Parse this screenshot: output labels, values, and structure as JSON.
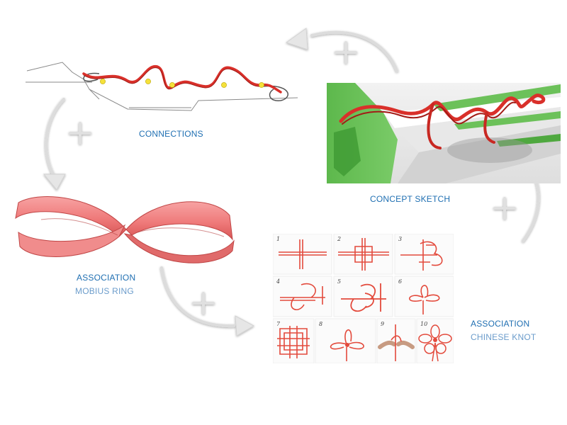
{
  "labels": {
    "connections": "CONNECTIONS",
    "concept_sketch": "CONCEPT SKETCH",
    "association_1": "ASSOCIATION",
    "mobius_ring": "MOBIUS RING",
    "association_2": "ASSOCIATION",
    "chinese_knot": "CHINESE KNOT"
  },
  "knot_steps": [
    "1",
    "2",
    "3",
    "4",
    "5",
    "6",
    "7",
    "8",
    "9",
    "10"
  ],
  "colors": {
    "rope_red": "#d9302a",
    "band_pink": "#f07f7f",
    "band_dark": "#c94f4f",
    "green": "#6cc15a",
    "label_blue": "#1f6fb2",
    "label_light_blue": "#6b9ccb",
    "arrow_gray": "#d9d9d9",
    "node_yellow": "#f5e13a"
  }
}
